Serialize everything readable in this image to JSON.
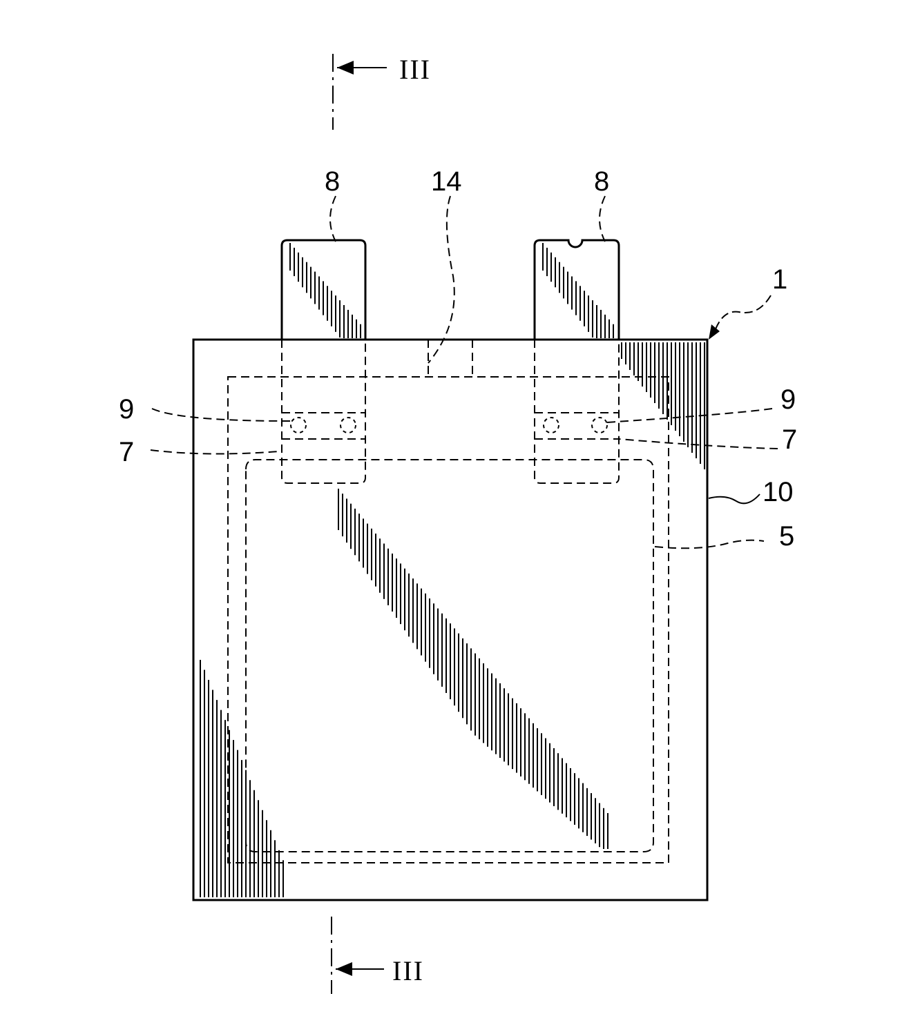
{
  "labels": {
    "section_mark_top": "III",
    "section_mark_bottom": "III",
    "tab_left": "8",
    "tab_right": "8",
    "ref_14": "14",
    "ref_1": "1",
    "ref_9_left": "9",
    "ref_9_right": "9",
    "ref_7_left": "7",
    "ref_7_right": "7",
    "ref_10": "10",
    "ref_5": "5"
  }
}
